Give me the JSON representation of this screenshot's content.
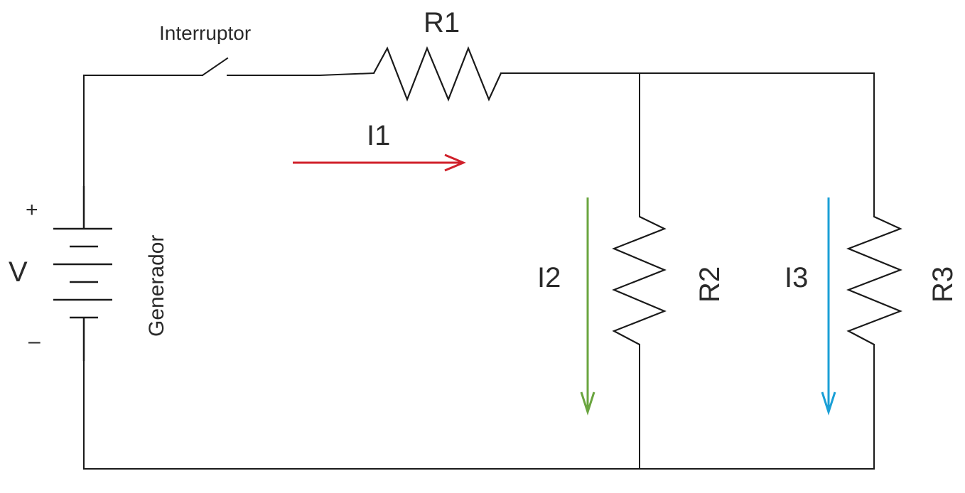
{
  "labels": {
    "switch": "Interruptor",
    "r1": "R1",
    "r2": "R2",
    "r3": "R3",
    "i1": "I1",
    "i2": "I2",
    "i3": "I3",
    "voltage": "V",
    "generator": "Generador",
    "plus": "+",
    "minus": "–"
  },
  "colors": {
    "wire": "#1a1a1a",
    "i1_arrow": "#d0202a",
    "i2_arrow": "#6aa53f",
    "i3_arrow": "#1a9fd6"
  }
}
